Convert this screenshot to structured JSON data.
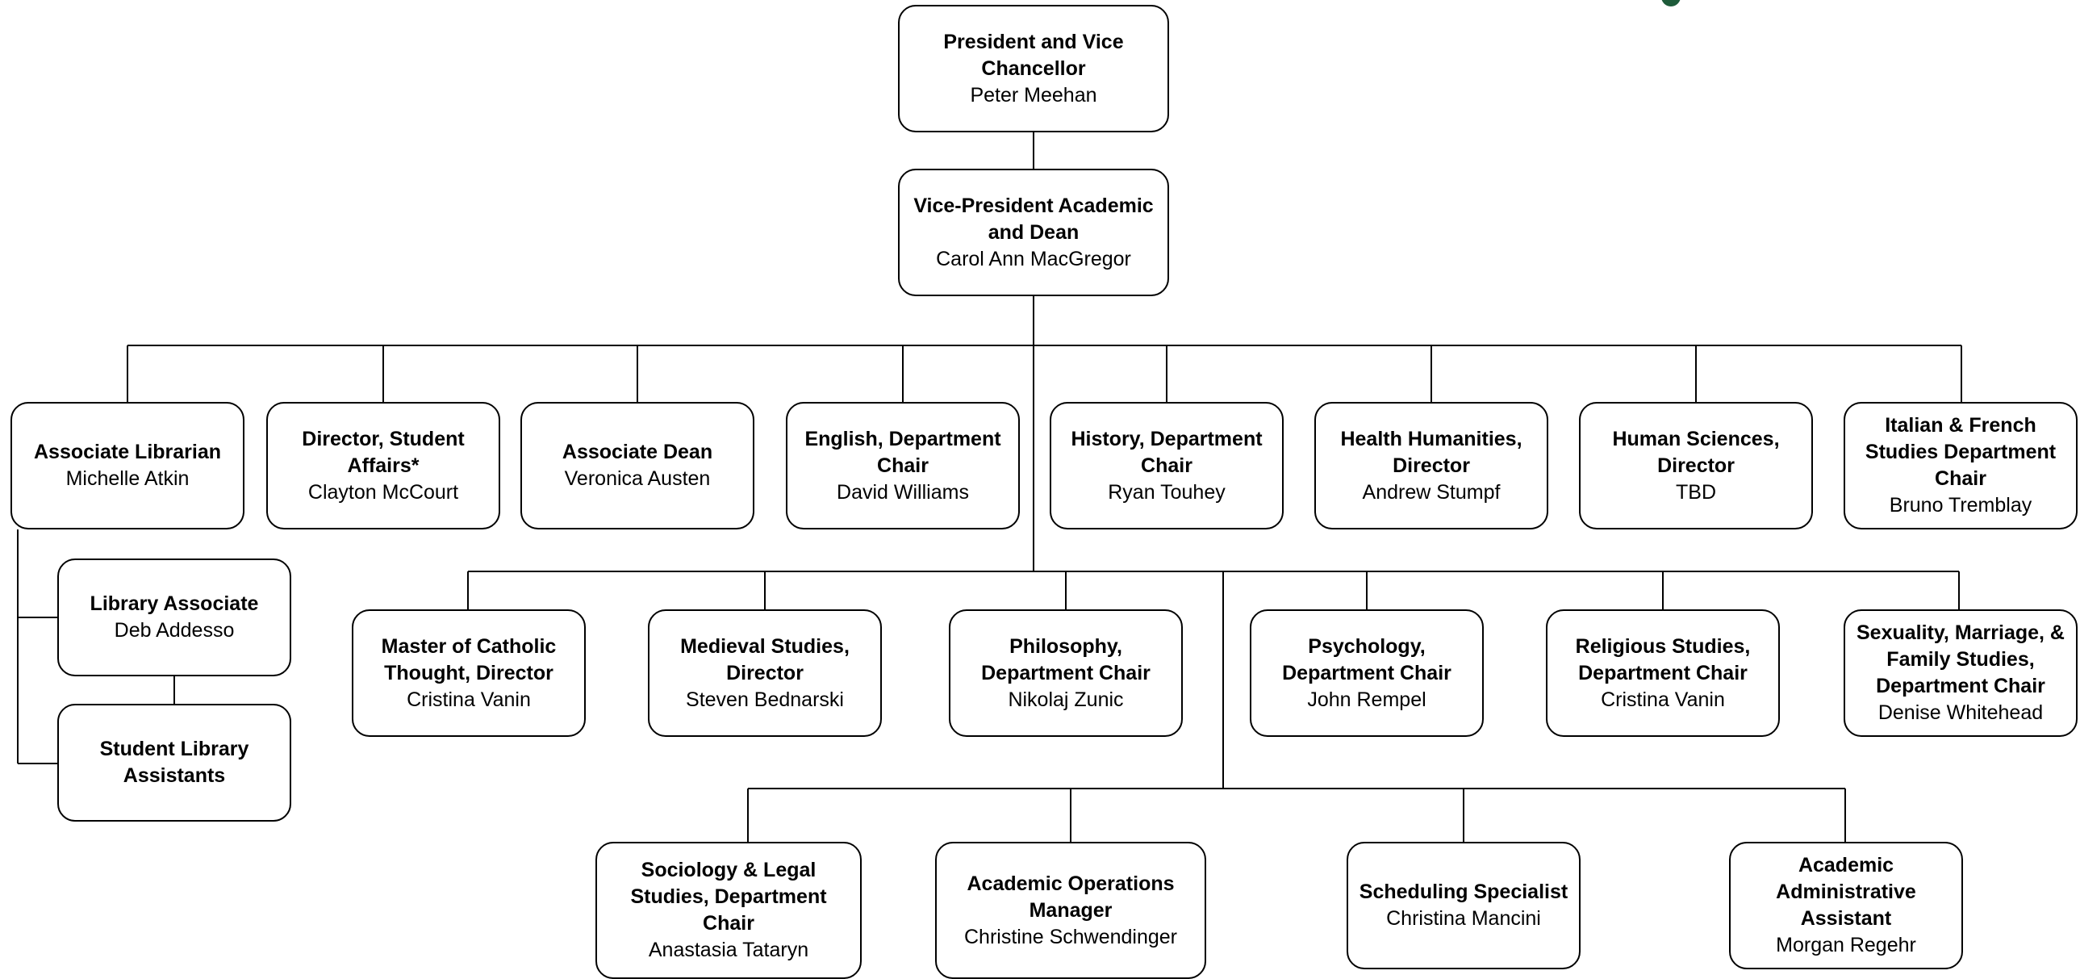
{
  "colors": {
    "line": "#000000",
    "box_border": "#000000",
    "logo": "#1e5b3a"
  },
  "logo": {
    "icon": "shield-icon"
  },
  "nodes": {
    "president": {
      "title": "President and Vice Chancellor",
      "name": "Peter Meehan"
    },
    "vp_academic": {
      "title": "Vice-President Academic and Dean",
      "name": "Carol Ann MacGregor"
    },
    "assoc_librarian": {
      "title": "Associate Librarian",
      "name": "Michelle Atkin"
    },
    "dir_student_affairs": {
      "title": "Director, Student Affairs*",
      "name": "Clayton McCourt"
    },
    "assoc_dean": {
      "title": "Associate Dean",
      "name": "Veronica Austen"
    },
    "english": {
      "title": "English, Department Chair",
      "name": "David Williams"
    },
    "history": {
      "title": "History, Department Chair",
      "name": "Ryan Touhey"
    },
    "health_humanities": {
      "title": "Health Humanities, Director",
      "name": "Andrew Stumpf"
    },
    "human_sciences": {
      "title": "Human Sciences, Director",
      "name": "TBD"
    },
    "italian_french": {
      "title": "Italian & French Studies Department Chair",
      "name": "Bruno Tremblay"
    },
    "library_associate": {
      "title": "Library Associate",
      "name": "Deb Addesso"
    },
    "student_library": {
      "title": "Student Library Assistants",
      "name": ""
    },
    "catholic_thought": {
      "title": "Master of Catholic Thought, Director",
      "name": "Cristina Vanin"
    },
    "medieval": {
      "title": "Medieval Studies, Director",
      "name": "Steven Bednarski"
    },
    "philosophy": {
      "title": "Philosophy, Department Chair",
      "name": "Nikolaj Zunic"
    },
    "psychology": {
      "title": "Psychology, Department Chair",
      "name": "John Rempel"
    },
    "religious": {
      "title": "Religious Studies, Department Chair",
      "name": "Cristina Vanin"
    },
    "sexuality": {
      "title": "Sexuality, Marriage, & Family Studies, Department Chair",
      "name": "Denise Whitehead"
    },
    "sociology": {
      "title": "Sociology & Legal Studies, Department Chair",
      "name": "Anastasia Tataryn"
    },
    "academic_ops": {
      "title": "Academic Operations Manager",
      "name": "Christine Schwendinger"
    },
    "scheduling": {
      "title": "Scheduling Specialist",
      "name": "Christina Mancini"
    },
    "admin_assistant": {
      "title": "Academic Administrative Assistant",
      "name": "Morgan Regehr"
    }
  }
}
